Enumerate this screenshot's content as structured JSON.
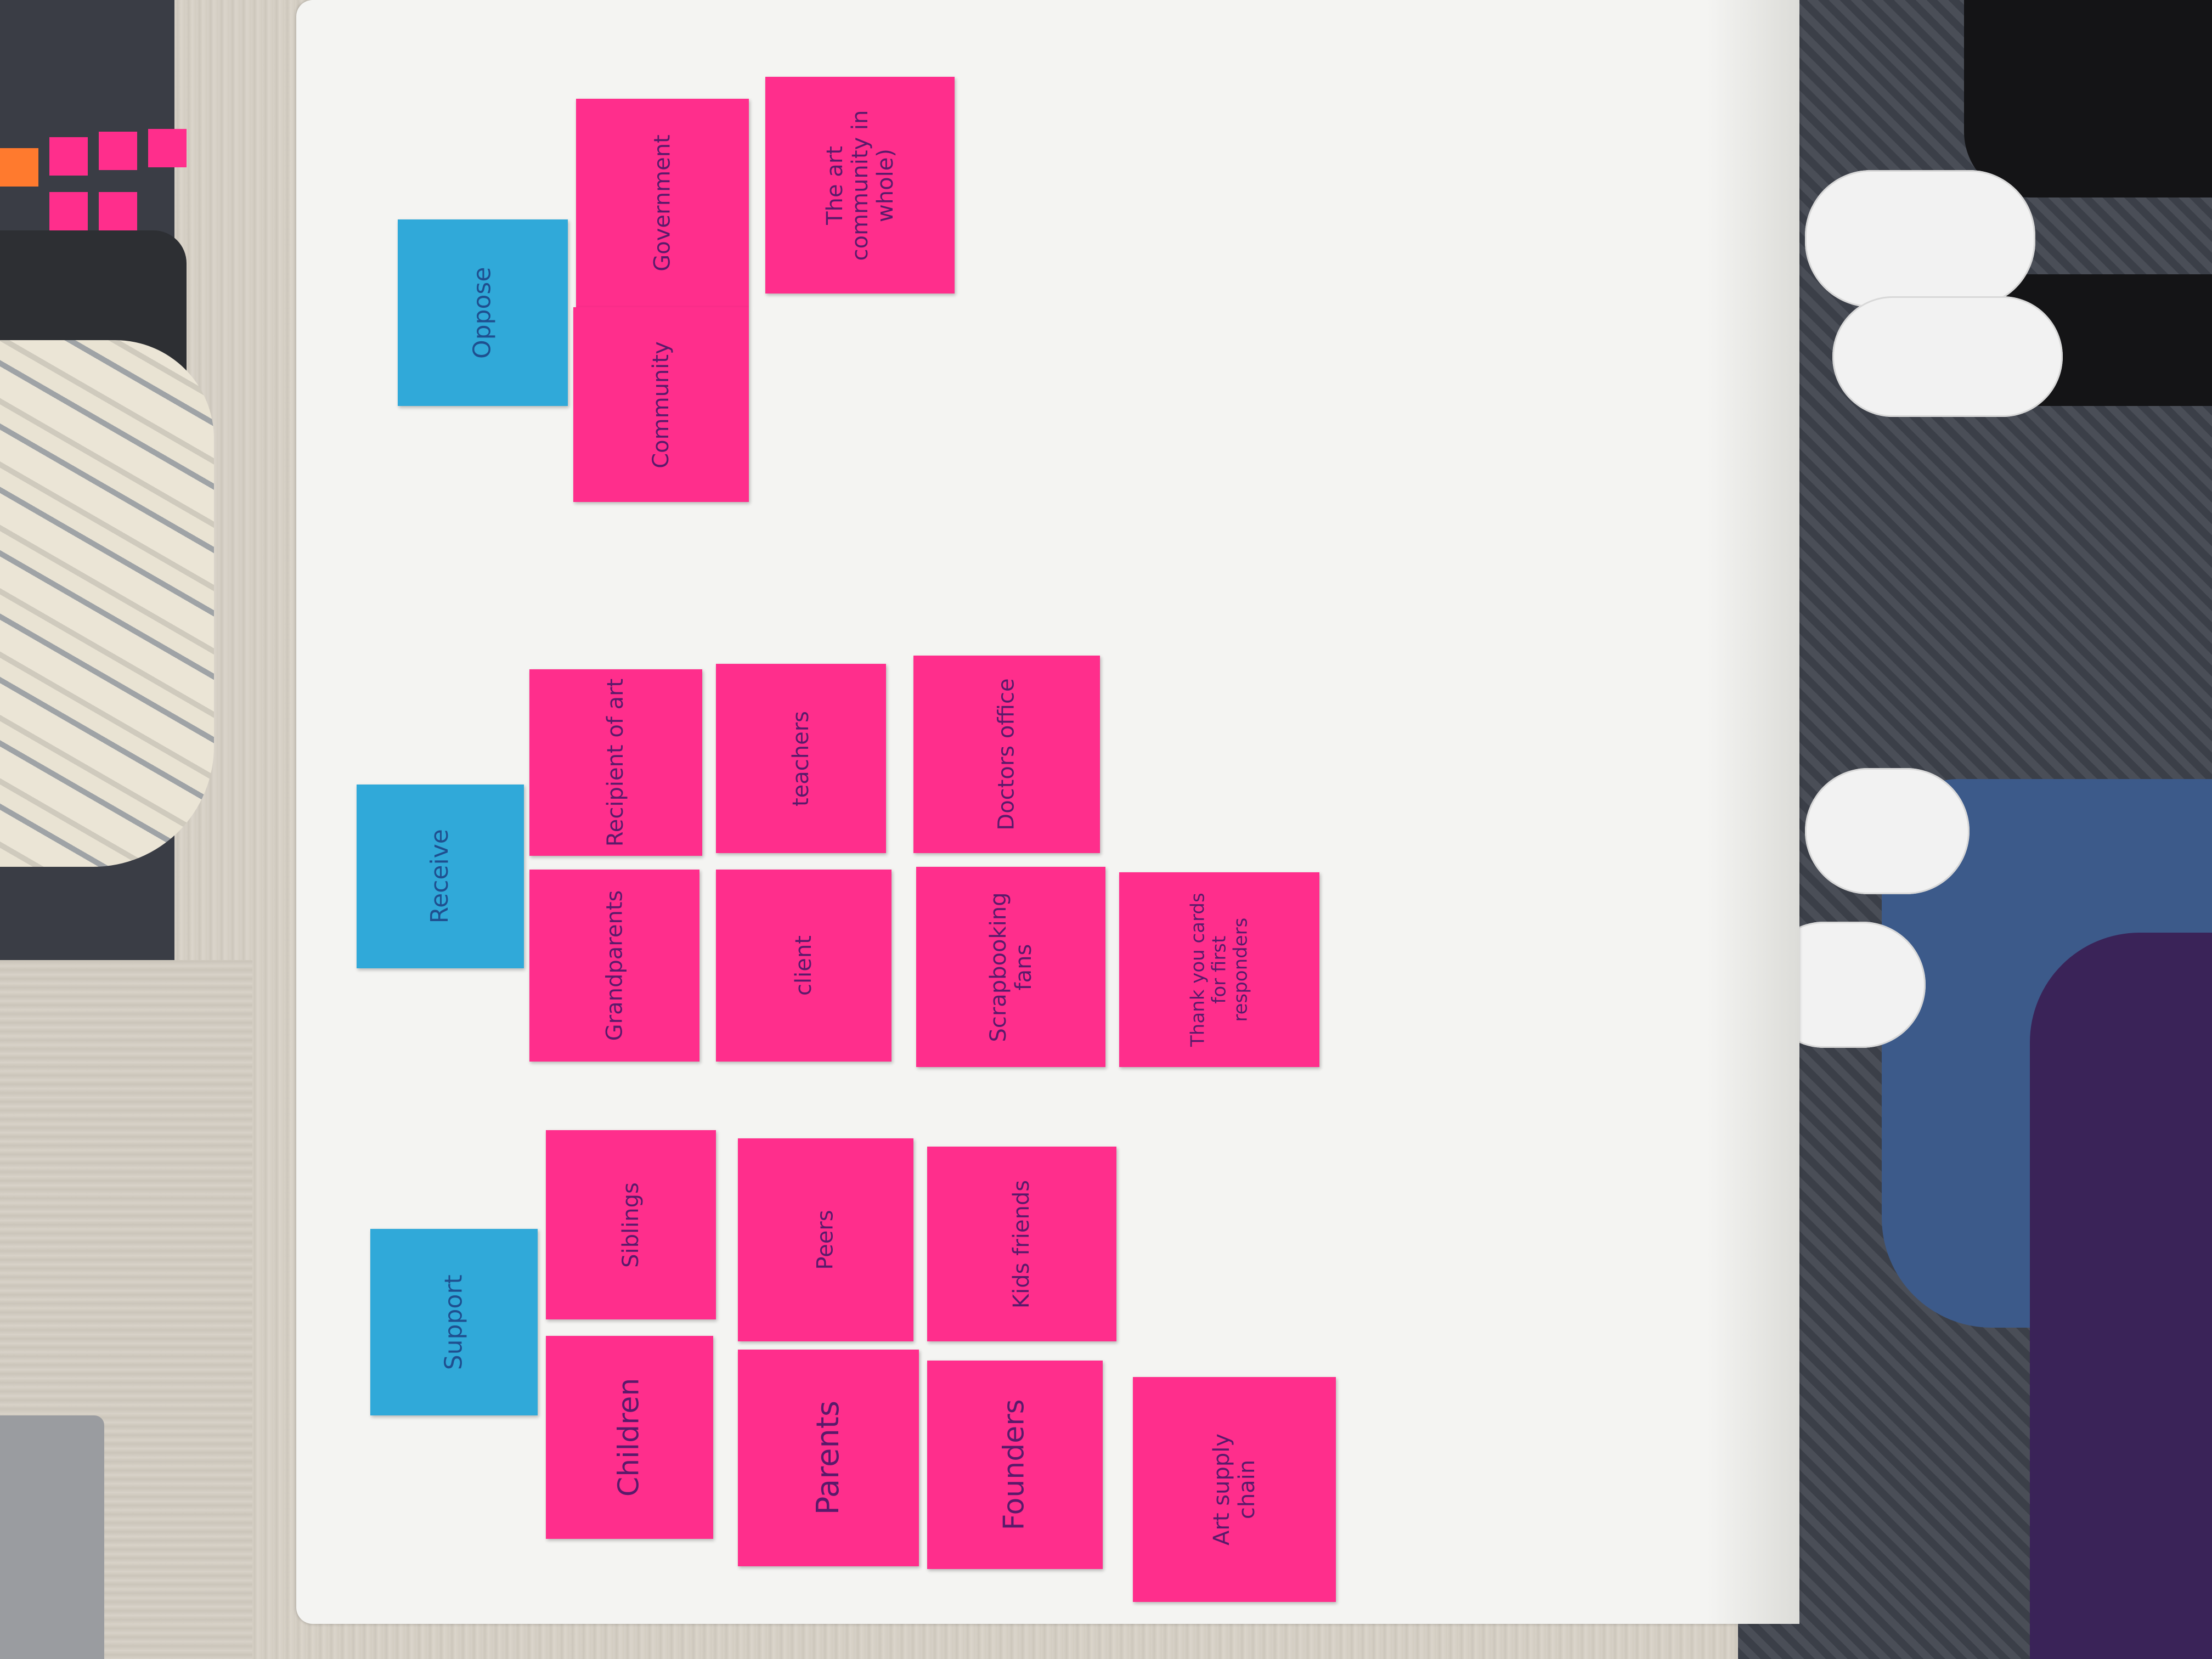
{
  "scene": {
    "description_colors": {
      "paper": "#f4f4f2",
      "pink_note": "#ff2e8c",
      "blue_note": "#30a9d9"
    }
  },
  "groups": {
    "oppose": {
      "header": "Oppose",
      "notes": [
        "Government",
        "The art community in whole)",
        "Community"
      ]
    },
    "receive": {
      "header": "Receive",
      "notes": [
        "Recipient of art",
        "teachers",
        "Doctors office",
        "Grandparents",
        "client",
        "Scrapbooking fans",
        "Thank you cards for first responders"
      ]
    },
    "support": {
      "header": "Support",
      "notes": [
        "Siblings",
        "Peers",
        "Kids friends",
        "Children",
        "Parents",
        "Founders",
        "Art supply chain"
      ]
    }
  }
}
